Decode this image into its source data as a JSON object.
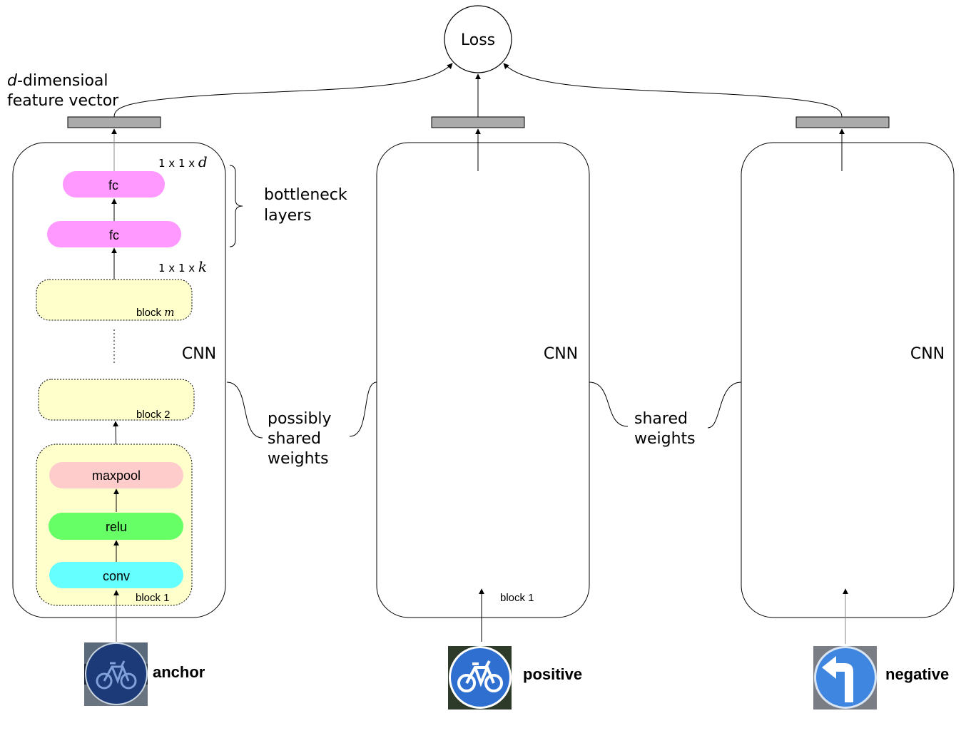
{
  "loss": {
    "label": "Loss"
  },
  "feature_vector": {
    "prefix": "d",
    "line1_rest": "-dimensioal",
    "line2": "feature vector"
  },
  "dims": {
    "top": {
      "text": "1 x 1 x ",
      "var": "d"
    },
    "middle": {
      "text": "1 x 1 x ",
      "var": "k"
    }
  },
  "layers": {
    "fc_top": "fc",
    "fc_bottom": "fc",
    "maxpool": "maxpool",
    "relu": "relu",
    "conv": "conv"
  },
  "blocks": {
    "block_m_text": "block ",
    "block_m_var": "m",
    "block_2": "block 2",
    "block_1": "block 1",
    "block_1_positive": "block 1"
  },
  "bottleneck": {
    "line1": "bottleneck",
    "line2": "layers"
  },
  "cnn_labels": {
    "anchor": "CNN",
    "positive": "CNN",
    "negative": "CNN"
  },
  "possibly_shared": {
    "line1": "possibly",
    "line2": "shared",
    "line3": "weights"
  },
  "shared": {
    "line1": "shared",
    "line2": "weights"
  },
  "inputs": {
    "anchor": "anchor",
    "positive": "positive",
    "negative": "negative"
  },
  "colors": {
    "fc": "#ff99ff",
    "maxpool": "#ffcccc",
    "relu": "#66ff66",
    "conv": "#66ffff",
    "block_fill": "#ffffcc",
    "feature_bar": "#aaaaaa",
    "sign_blue": "#2f6fd0",
    "sign_dark_blue": "#1c3a78"
  },
  "icons": {
    "anchor_image": "bicycle-sign-icon",
    "positive_image": "bicycle-sign-icon",
    "negative_image": "turn-left-sign-icon"
  }
}
